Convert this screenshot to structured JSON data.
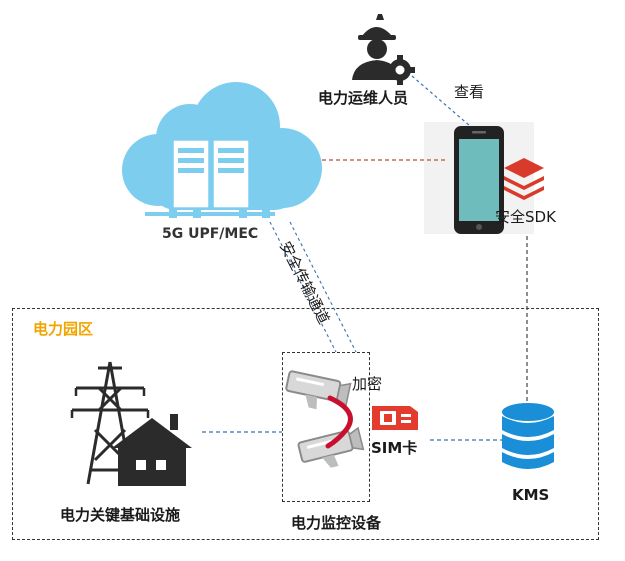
{
  "diagram": {
    "labels": {
      "operator": "电力运维人员",
      "view": "查看",
      "cloud": "5G UPF/MEC",
      "sdk": "安全SDK",
      "channel": "安全传输通道",
      "zone": "电力园区",
      "encrypt": "加密",
      "sim": "SIM卡",
      "kms": "KMS",
      "infra": "电力关键基础设施",
      "device": "电力监控设备"
    },
    "colors": {
      "cloud": "#7dcdef",
      "server": "#ffffff",
      "phone_body": "#222222",
      "phone_screen": "#6fbcbc",
      "sdk_red": "#d83a2c",
      "sim_red": "#e33b2e",
      "arc_red": "#c8102e",
      "kms_blue": "#1a8fd8",
      "zone_title": "#f0a500",
      "link_red": "#b5523f",
      "link_blue": "#3a6fb5",
      "icon_dark": "#2b2b2b"
    },
    "icons": [
      "worker-gear-icon",
      "cloud-server-icon",
      "smartphone-icon",
      "layers-sdk-icon",
      "power-tower-icon",
      "house-icon",
      "camera-icon",
      "sim-card-icon",
      "database-icon"
    ]
  }
}
